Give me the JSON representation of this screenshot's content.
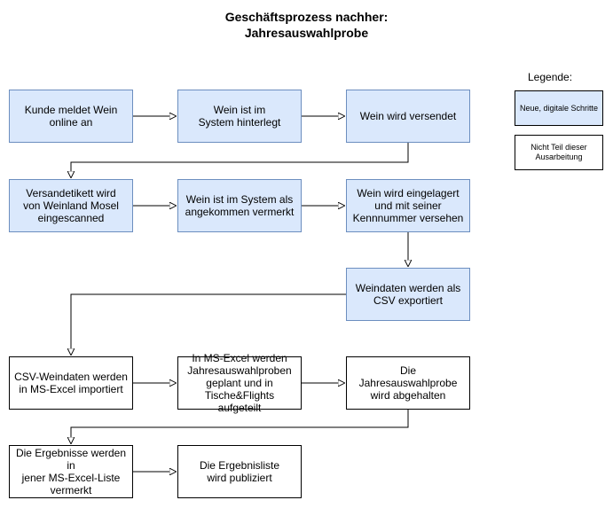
{
  "title": {
    "line1": "Geschäftsprozess nachher:",
    "line2": "Jahresauswahlprobe"
  },
  "legend": {
    "title": "Legende:",
    "digital_label": "Neue, digitale Schritte",
    "excluded_label": "Nicht Teil dieser\nAusarbeitung"
  },
  "colors": {
    "digital_fill": "#dae8fc",
    "digital_stroke": "#6c8ebf",
    "plain_fill": "#ffffff",
    "plain_stroke": "#000000"
  },
  "nodes": {
    "n1": "Kunde meldet Wein\nonline an",
    "n2": "Wein ist im\nSystem hinterlegt",
    "n3": "Wein wird versendet",
    "n4": "Versandetikett wird\nvon Weinland Mosel\neingescanned",
    "n5": "Wein ist im System als\nangekommen vermerkt",
    "n6": "Wein wird eingelagert\nund mit seiner\nKennnummer versehen",
    "n7": "Weindaten werden als\nCSV exportiert",
    "n8": "CSV-Weindaten werden\nin MS-Excel importiert",
    "n9": "In MS-Excel werden\nJahresauswahlproben\ngeplant und in\nTische&Flights aufgeteilt",
    "n10": "Die Jahresauswahlprobe\nwird abgehalten",
    "n11": "Die Ergebnisse werden in\njener MS-Excel-Liste\nvermerkt",
    "n12": "Die Ergebnisliste\nwird publiziert"
  }
}
